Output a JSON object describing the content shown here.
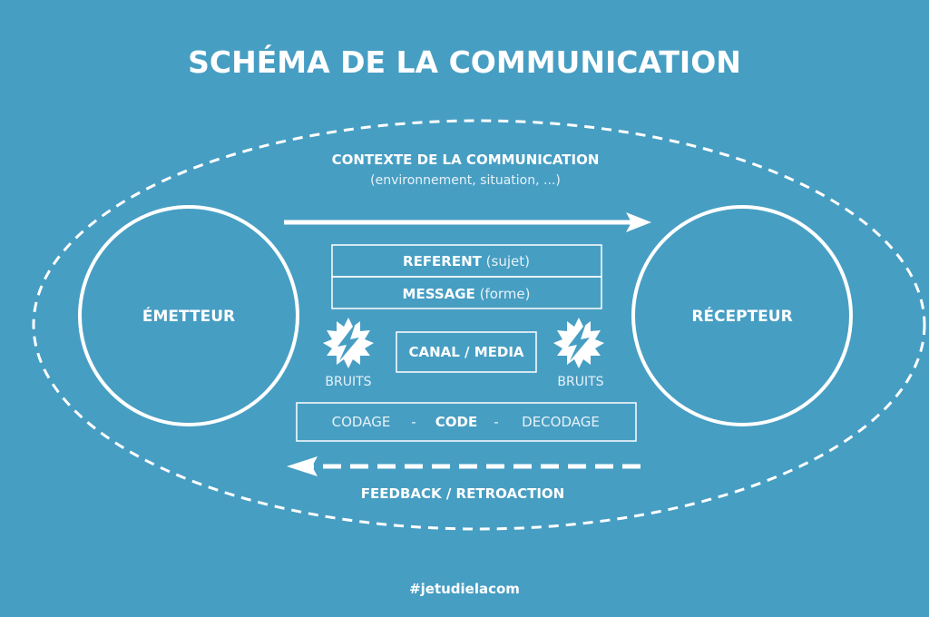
{
  "title": "SCHÉMA DE LA COMMUNICATION",
  "context": {
    "label": "CONTEXTE DE LA COMMUNICATION",
    "sub": "(environnement, situation, ...)"
  },
  "emitter": "ÉMETTEUR",
  "receiver": "RÉCEPTEUR",
  "referent": {
    "label": "REFERENT",
    "sub": "(sujet)"
  },
  "message": {
    "label": "MESSAGE",
    "sub": "(forme)"
  },
  "channel": "CANAL / MEDIA",
  "noise_left": "BRUITS",
  "noise_right": "BRUITS",
  "code": {
    "encoding": "CODAGE",
    "sep1": "-",
    "code": "CODE",
    "sep2": "-",
    "decoding": "DECODAGE"
  },
  "feedback": "FEEDBACK / RETROACTION",
  "hashtag": "#jetudielacom",
  "colors": {
    "background": "#479ec3",
    "foreground": "#ffffff"
  }
}
